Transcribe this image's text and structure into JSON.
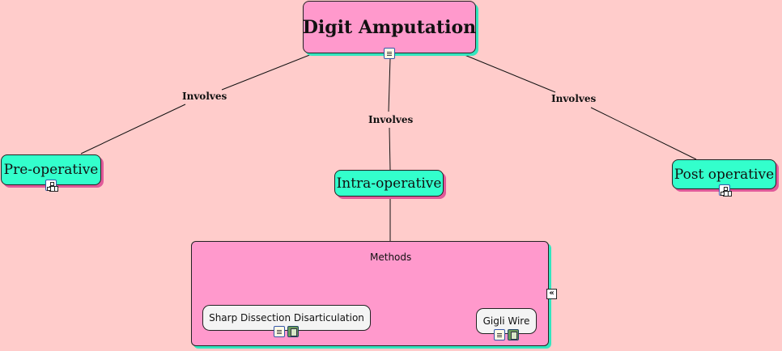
{
  "concept_map": {
    "root": {
      "label": "Digit Amputation"
    },
    "children": [
      {
        "label": "Pre-operative",
        "link_label": "Involves"
      },
      {
        "label": "Intra-operative",
        "link_label": "Involves"
      },
      {
        "label": "Post operative",
        "link_label": "Involves"
      }
    ],
    "methods_group": {
      "link_label": "Methods",
      "items": [
        {
          "label": "Sharp Dissection Disarticulation"
        },
        {
          "label": "Gigli Wire"
        }
      ],
      "collapse_glyph": "«"
    }
  },
  "colors": {
    "background": "#ffcccb",
    "root_fill": "#ff99cc",
    "child_fill": "#33ffcc",
    "group_fill": "#ff99cc",
    "item_fill": "#f4f4f4"
  },
  "icons": [
    "document-icon",
    "subtree-icon",
    "video-icon"
  ]
}
